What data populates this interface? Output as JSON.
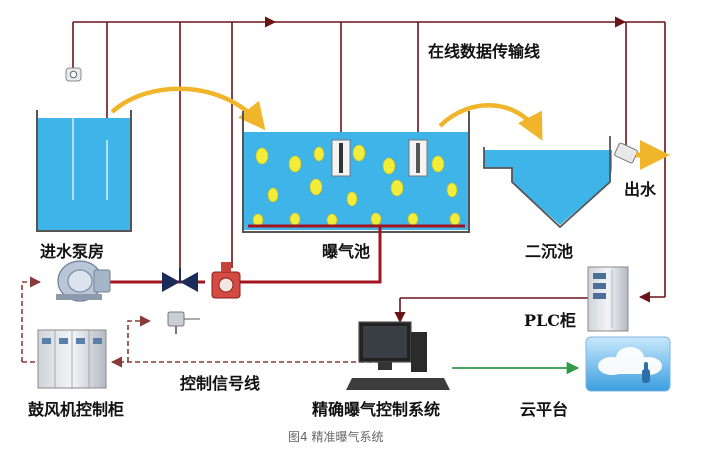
{
  "labels": {
    "data_line": "在线数据传输线",
    "pump_house": "进水泵房",
    "aeration_tank": "曝气池",
    "secondary_clarifier": "二沉池",
    "outlet": "出水",
    "plc_cabinet": "PLC柜",
    "blower_cabinet": "鼓风机控制柜",
    "control_signal_line": "控制信号线",
    "control_system": "精确曝气控制系统",
    "cloud_platform": "云平台"
  },
  "caption": "图4 精准曝气系统",
  "colors": {
    "water": "#3fb4e8",
    "data_line": "#6b1418",
    "signal_line": "#8a3a36",
    "air_pipe": "#a3141f",
    "bubble": "#f2ec3a",
    "flow_arrow": "#f0b52a",
    "cloud_link": "#2f9a46"
  }
}
